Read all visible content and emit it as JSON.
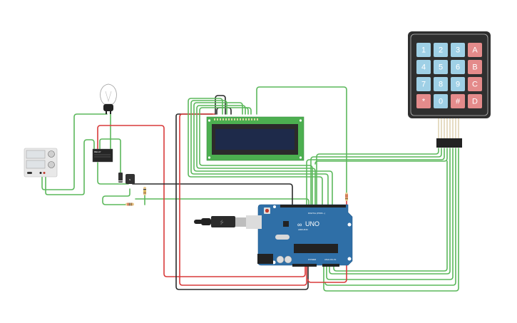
{
  "app": "Circuit simulator canvas",
  "components": {
    "keypad": {
      "name": "4x4 Keypad",
      "keys": [
        [
          "1",
          "2",
          "3",
          "A"
        ],
        [
          "4",
          "5",
          "6",
          "B"
        ],
        [
          "7",
          "8",
          "9",
          "C"
        ],
        [
          "*",
          "0",
          "#",
          "D"
        ]
      ],
      "colors": {
        "numeric": "#9fd0e6",
        "special": "#e48b8b",
        "body": "#2f2f2f"
      }
    },
    "lcd": {
      "name": "LCD 16x2",
      "colors": {
        "pcb": "#4caf50",
        "screen": "#1e2a4a"
      }
    },
    "arduino": {
      "name": "Arduino Uno",
      "logo_text": "UNO",
      "brand_text": "ARDUINO",
      "digital_label": "DIGITAL (PWM ~)",
      "power_label": "POWER",
      "analog_label": "ANALOG IN",
      "color": "#2f6fa7"
    },
    "power_supply": {
      "name": "Power Supply"
    },
    "bulb": {
      "name": "Light Bulb"
    },
    "relay": {
      "name": "Relay",
      "label": "RELAY"
    },
    "diode": {
      "name": "Diode"
    },
    "transistor": {
      "name": "NPN Transistor",
      "label": "N"
    },
    "resistors": [
      {
        "name": "Resistor 1"
      },
      {
        "name": "Resistor 2"
      },
      {
        "name": "Resistor 3"
      }
    ]
  },
  "wire_colors": {
    "signal": "#5cb85c",
    "power": "#d93a3a",
    "ground": "#2a2a2a"
  }
}
